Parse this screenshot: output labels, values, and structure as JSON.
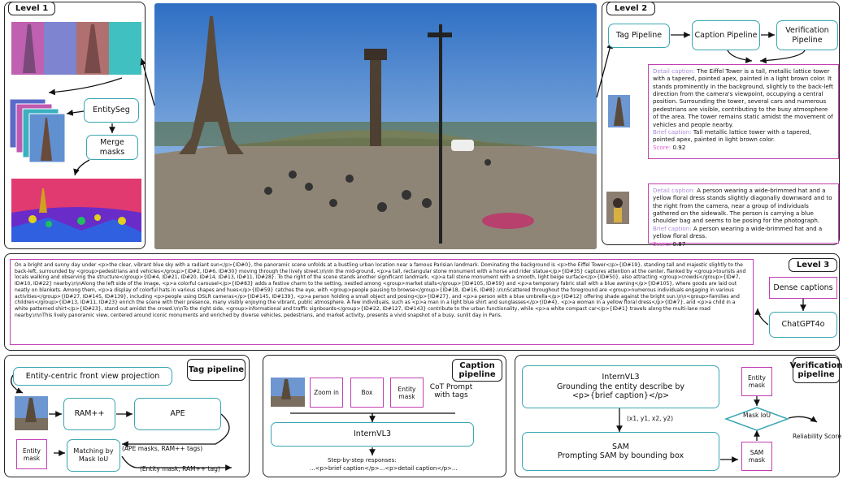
{
  "level1": {
    "title": "Level 1",
    "entityseg": "EntitySeg",
    "merge": "Merge masks"
  },
  "level2": {
    "title": "Level 2",
    "tag": "Tag Pipeline",
    "caption": "Caption Pipeline",
    "verification": "Verification Pipeline",
    "cards": [
      {
        "detail_label": "Detail caption:",
        "detail": "The Eiffel Tower is a tall, metallic lattice tower with a tapered, pointed apex, painted in a light brown color. It stands prominently in the background, slightly to the back-left direction from the camera's viewpoint, occupying a central position. Surrounding the tower, several cars and numerous pedestrians are visible, contributing to the busy atmosphere of the area. The tower remains static amidst the movement of vehicles and people nearby.",
        "brief_label": "Brief caption:",
        "brief": "Tall metallic lattice tower with a tapered, pointed apex, painted in light brown color.",
        "score_label": "Score:",
        "score": "0.92"
      },
      {
        "detail_label": "Detail caption:",
        "detail": "A person wearing a wide-brimmed hat and a yellow floral dress stands slightly diagonally downward and to the right from the camera, near a group of individuals gathered on the sidewalk. The person is carrying a blue shoulder bag and seems to be posing for the photograph.",
        "brief_label": "Brief caption:",
        "brief": "A person wearing a wide-brimmed hat and a yellow floral dress.",
        "score_label": "Score:",
        "score": "0.87"
      }
    ]
  },
  "level3": {
    "title": "Level 3",
    "dense": "Dense captions",
    "gpt": "ChatGPT4o",
    "text": "On a bright and sunny day under <p>the clear, vibrant blue sky with a radiant sun</p>{ID#0}, the panoramic scene unfolds at a bustling urban location near a famous Parisian landmark. Dominating the background is <p>the Eiffel Tower</p>{ID#19}, standing tall and majestic slightly to the back-left, surrounded by <group>pedestrians and vehicles</group>{ID#2, ID#6, ID#30} moving through the lively street.\\n\\nIn the mid-ground, <p>a tall, rectangular stone monument with a horse and rider statue</p>{ID#35} captures attention at the center, flanked by <group>tourists and locals walking and observing the structure</group>{ID#4, ID#21, ID#20, ID#14, ID#13, ID#11, ID#28}. To the right of the scene stands another significant landmark, <p>a tall stone monument with a smooth, light beige surface</p>{ID#50}, also attracting <group>crowds</group>{ID#7, ID#10, ID#22} nearby.\\n\\nAlong the left side of the image, <p>a colorful carousel</p>{ID#83} adds a festive charm to the setting, nestled among <group>market stalls</group>{ID#105, ID#59} and <p>a temporary fabric stall with a blue awning</p>{ID#105}, where goods are laid out neatly on blankets. Among them, <p>a display of colorful hats in various shapes and hues</p>{ID#59} catches the eye, with <group>people pausing to browse</group>{ID#18, ID#16, ID#8}.\\n\\nScattered throughout the foreground are <group>numerous individuals engaging in various activities</group>{ID#27, ID#145, ID#139}, including <p>people using DSLR cameras</p>{ID#145, ID#139}, <p>a person holding a small object and posing</p>{ID#27}, and <p>a person with a blue umbrella</p>{ID#12} offering shade against the bright sun.\\n\\n<group>Families and children</group>{ID#13, ID#11, ID#23} enrich the scene with their presence, many visibly enjoying the vibrant, public atmosphere. A few individuals, such as <p>a man in a light blue shirt and sunglasses</p>{ID#4}, <p>a woman in a yellow floral dress</p>{ID#7}, and <p>a child in a white patterned shirt</p>{ID#23}, stand out amidst the crowd.\\n\\nTo the right side, <group>informational and traffic signboards</group>{ID#22, ID#127, ID#143} contribute to the urban functionality, while <p>a white compact car</p>{ID#1} travels along the multi-lane road nearby.\\n\\nThis lively panoramic view, centered around iconic monuments and enriched by diverse vehicles, pedestrians, and market activity, presents a vivid snapshot of a busy, sunlit day in Paris."
  },
  "tag_pipeline": {
    "title": "Tag pipeline",
    "projection": "Entity-centric front view projection",
    "ram": "RAM++",
    "ape": "APE",
    "entity_mask": "Entity mask",
    "matching": "Matching by Mask IoU",
    "ape_out": "(APE masks, RAM++ tags)",
    "out": "(Entity mask, RAM++ tag)"
  },
  "caption_pipeline": {
    "title": "Caption pipeline",
    "zoom": "Zoom in",
    "box": "Box",
    "entity_mask": "Entity mask",
    "cot": "CoT Prompt with tags",
    "internvl": "InternVL3",
    "steps": "Step-by-step responses:",
    "steps2": "...<p>brief caption</p>...<p>detail caption</p>..."
  },
  "verification_pipeline": {
    "title": "Verification pipeline",
    "internvl_title": "InternVL3",
    "internvl_l2": "Grounding the entity describe by",
    "internvl_l3": "<p>{brief caption}</p>",
    "coords": "(x1, y1, x2, y2)",
    "sam_title": "SAM",
    "sam_l2": "Prompting SAM by bounding box",
    "entity_mask": "Entity mask",
    "mask_iou": "Mask IoU",
    "sam_mask": "SAM mask",
    "reliability": "Reliability Score"
  }
}
